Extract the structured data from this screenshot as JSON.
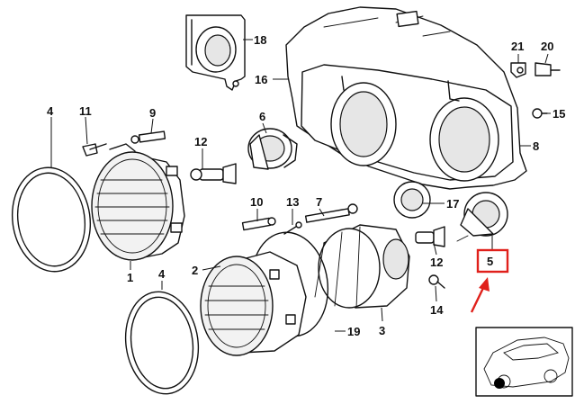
{
  "diagram": {
    "part_labels": {
      "p1": "1",
      "p2": "2",
      "p3": "3",
      "p4a": "4",
      "p4b": "4",
      "p5": "5",
      "p6": "6",
      "p7": "7",
      "p8": "8",
      "p9": "9",
      "p10": "10",
      "p11": "11",
      "p12a": "12",
      "p12b": "12",
      "p13": "13",
      "p14": "14",
      "p15": "15",
      "p16": "16",
      "p17": "17",
      "p18": "18",
      "p19": "19",
      "p20": "20",
      "p21": "21"
    },
    "highlighted_part": "5",
    "highlight_color": "#e0201b",
    "locator_marker_color": "#000000"
  }
}
